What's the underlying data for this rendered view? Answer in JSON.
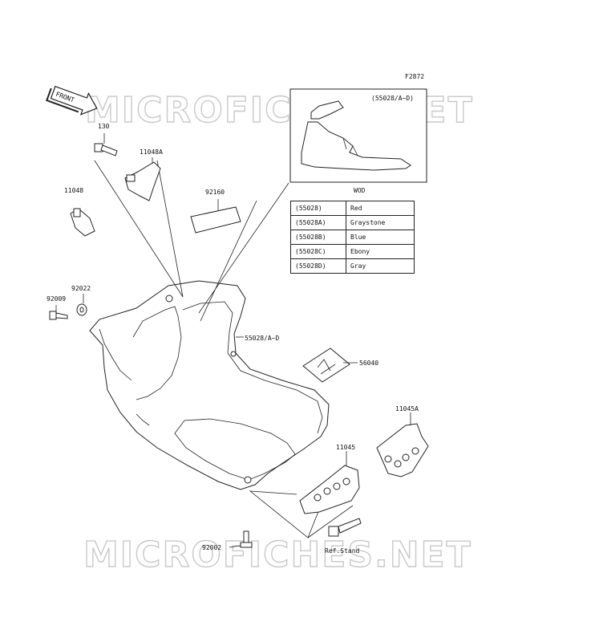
{
  "figure_code": "F2872",
  "front_label": "FRONT",
  "watermark": "MICROFICHES.NET",
  "inset": {
    "title": "(55028/A~D)",
    "caption": "WOD"
  },
  "color_table": [
    {
      "code": "(55028)",
      "color": "Red"
    },
    {
      "code": "(55028A)",
      "color": "Graystone"
    },
    {
      "code": "(55028B)",
      "color": "Blue"
    },
    {
      "code": "(55028C)",
      "color": "Ebony"
    },
    {
      "code": "(55028D)",
      "color": "Gray"
    }
  ],
  "parts": {
    "p130": "130",
    "p11048A": "11048A",
    "p11048": "11048",
    "p92160": "92160",
    "p92022": "92022",
    "p92009": "92009",
    "p55028": "55028/A~D",
    "p56040": "56040",
    "p11045A": "11045A",
    "p11045": "11045",
    "p92002": "92002",
    "ref_stand": "Ref.Stand"
  }
}
